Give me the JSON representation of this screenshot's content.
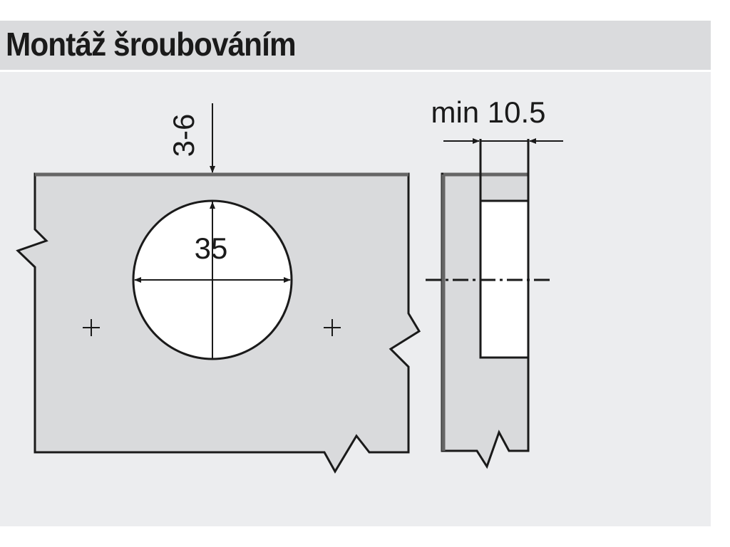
{
  "title": "Montáž šroubováním",
  "dimensions": {
    "edge_distance": "3-6",
    "cup_diameter": "35",
    "min_thickness": "min 10.5"
  },
  "colors": {
    "panel": "#d9dadc",
    "background": "#ecedef",
    "header": "#dadbdd",
    "line": "#1a1a1a"
  }
}
